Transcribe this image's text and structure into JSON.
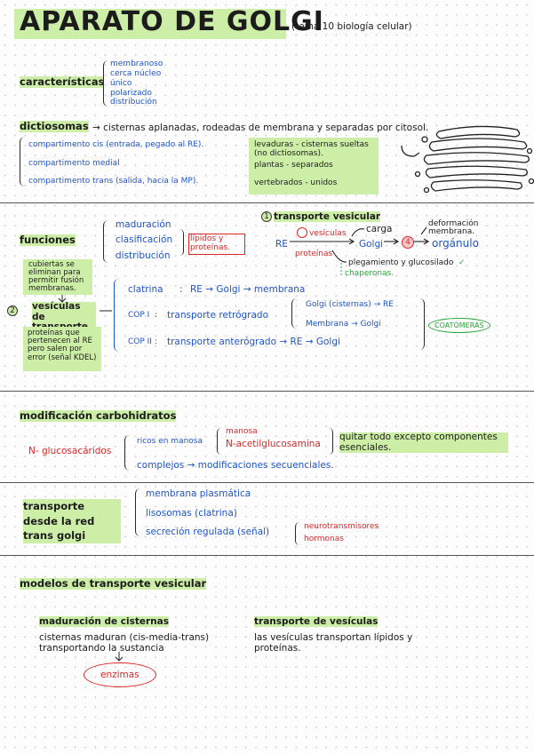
{
  "title": "APARATO DE GOLGI",
  "subtitle": "(tema 10 biología celular)",
  "caracteristicas": {
    "label": "características",
    "items": [
      "membranoso",
      "cerca núcleo",
      "único",
      "polarizado",
      "distribución"
    ]
  },
  "dictiosomas": {
    "label": "dictiosomas",
    "desc": "→ cisternas aplanadas, rodeadas de membrana y separadas por citosol.",
    "compartimentos": [
      "compartimento cis (entrada, pegado al RE).",
      "compartimento medial",
      "compartimento trans (salida, hacia la MP)."
    ],
    "organismos": [
      "levaduras - cisternas sueltas (no dictiosomas).",
      "plantas - separados",
      "vertebrados - unidos"
    ]
  },
  "funciones": {
    "label": "funciones",
    "items": [
      "maduración",
      "clasificación",
      "distribución"
    ],
    "tag": "lípidos y proteínas."
  },
  "transporte_vesicular": {
    "num": "1",
    "label": "transporte vesicular",
    "re": "RE",
    "vesiculas": "vesículas",
    "proteinas": "proteínas",
    "carga": "carga",
    "golgi": "Golgi",
    "step": "4",
    "deformacion": "deformación membrana.",
    "organulo": "orgánulo",
    "plegamiento": "plegamiento y glucosilado",
    "check": "✓",
    "chaperonas": "chaperonas."
  },
  "cubiertas": {
    "note": "cubiertas se eliminan para permitir fusión membranas.",
    "num": "2",
    "label": "vesículas de transporte",
    "note2": "proteínas que pertenecen al RE pero salen por error (señal KDEL)",
    "rows": [
      {
        "name": "clatrina",
        "sep": ":",
        "route": "RE → Golgi → membrana"
      },
      {
        "name": "COP I",
        "sep": ":",
        "route": "transporte retrógrado"
      },
      {
        "name": "COP II",
        "sep": ":",
        "route": "transporte anterógrado → RE → Golgi"
      }
    ],
    "cop1_items": [
      "Golgi (cisternas) → RE",
      "Membrana → Golgi"
    ],
    "coatomeras": "COATÓMERAS"
  },
  "modificacion": {
    "label": "modificación carbohidratos",
    "n_gluco": "N- glucosacáridos",
    "ricos": "ricos en manosa",
    "ricos_items": [
      "manosa",
      "N-acetilglucosamina"
    ],
    "ricos_result": "quitar todo excepto componentes esenciales.",
    "complejos": "complejos → modificaciones secuenciales."
  },
  "transporte_red": {
    "label": "transporte desde la red trans golgi",
    "items": [
      "membrana plasmática",
      "lisosomas (clatrina)",
      "secreción regulada (señal)"
    ],
    "senal_items": [
      "neurotransmisores",
      "hormonas"
    ]
  },
  "modelos": {
    "label": "modelos de transporte vesicular",
    "col1_title": "maduración de cisternas",
    "col1_text": "cisternas maduran (cis-media-trans) transportando la sustancia",
    "enzimas": "enzimas",
    "col2_title": "transporte de vesículas",
    "col2_text": "las vesículas transportan lípidos y proteínas."
  }
}
